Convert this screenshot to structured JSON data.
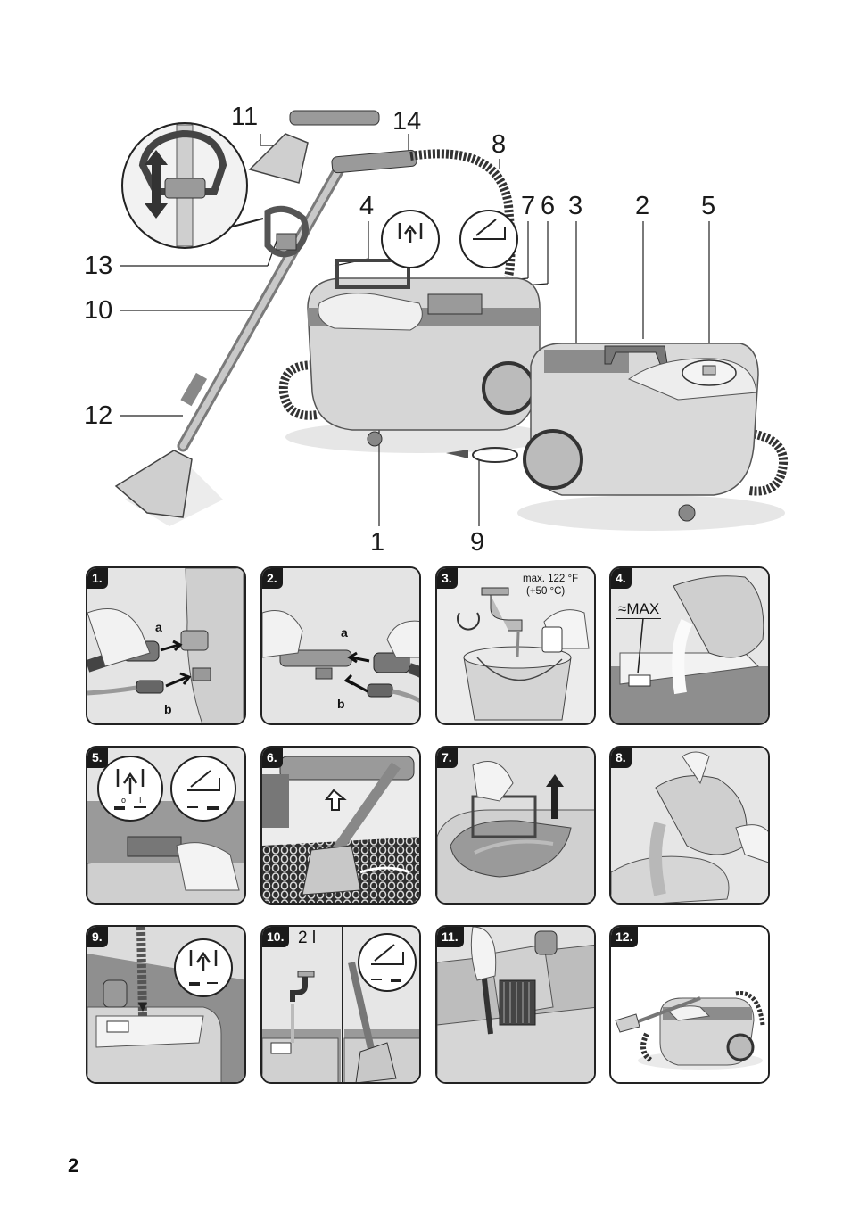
{
  "overview": {
    "callouts": [
      "1",
      "2",
      "3",
      "4",
      "5",
      "6",
      "7",
      "8",
      "9",
      "10",
      "11",
      "12",
      "13",
      "14"
    ]
  },
  "steps": [
    {
      "num": "1.",
      "labels": {
        "a": "a",
        "b": "b"
      }
    },
    {
      "num": "2.",
      "labels": {
        "a": "a",
        "b": "b"
      }
    },
    {
      "num": "3.",
      "temp_line1": "max. 122 °F",
      "temp_line2": "(+50 °C)"
    },
    {
      "num": "4.",
      "max_label": "≈MAX"
    },
    {
      "num": "5.",
      "switch_marks": [
        "o",
        "I"
      ]
    },
    {
      "num": "6."
    },
    {
      "num": "7."
    },
    {
      "num": "8."
    },
    {
      "num": "9."
    },
    {
      "num": "10.",
      "volume": "2 l"
    },
    {
      "num": "11."
    },
    {
      "num": "12."
    }
  ],
  "page_number": "2"
}
